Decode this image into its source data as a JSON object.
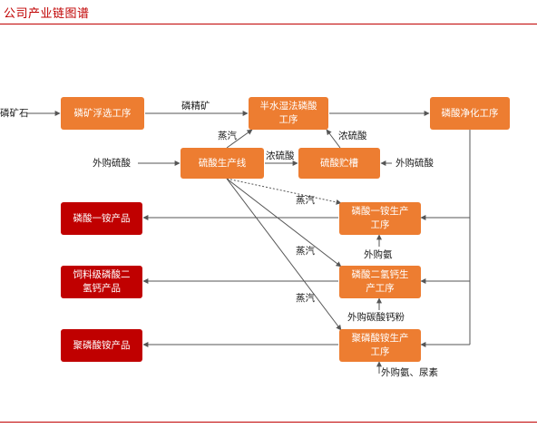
{
  "header": {
    "title": "公司产业链图谱"
  },
  "colors": {
    "process": "#ed7d31",
    "product": "#c00000",
    "rule": "#c00000"
  },
  "nodes": {
    "phosphate_flotation": "磷矿浮选工序",
    "wet_process_acid": "半水湿法磷酸\n工序",
    "acid_purification": "磷酸净化工序",
    "sulfuric_line": "硫酸生产线",
    "sulfuric_tank": "硫酸贮槽",
    "map_process": "磷酸一铵生产\n工序",
    "dcp_process": "磷酸二氢钙生\n产工序",
    "app_process": "聚磷酸铵生产\n工序",
    "map_product": "磷酸一铵产品",
    "dcp_product": "饲料级磷酸二\n氢钙产品",
    "app_product": "聚磷酸铵产品"
  },
  "labels": {
    "phosphate_rock": "磷矿石",
    "concentrate": "磷精矿",
    "steam_top": "蒸汽",
    "conc_acid_top": "浓硫酸",
    "conc_acid_mid": "浓硫酸",
    "purchased_sulfuric_left": "外购硫酸",
    "purchased_sulfuric_right": "外购硫酸",
    "steam_1": "蒸汽",
    "steam_2": "蒸汽",
    "steam_3": "蒸汽",
    "purchased_ammonia": "外购氨",
    "purchased_calcium": "外购碳酸钙粉",
    "purchased_ammonia_urea": "外购氨、尿素"
  }
}
